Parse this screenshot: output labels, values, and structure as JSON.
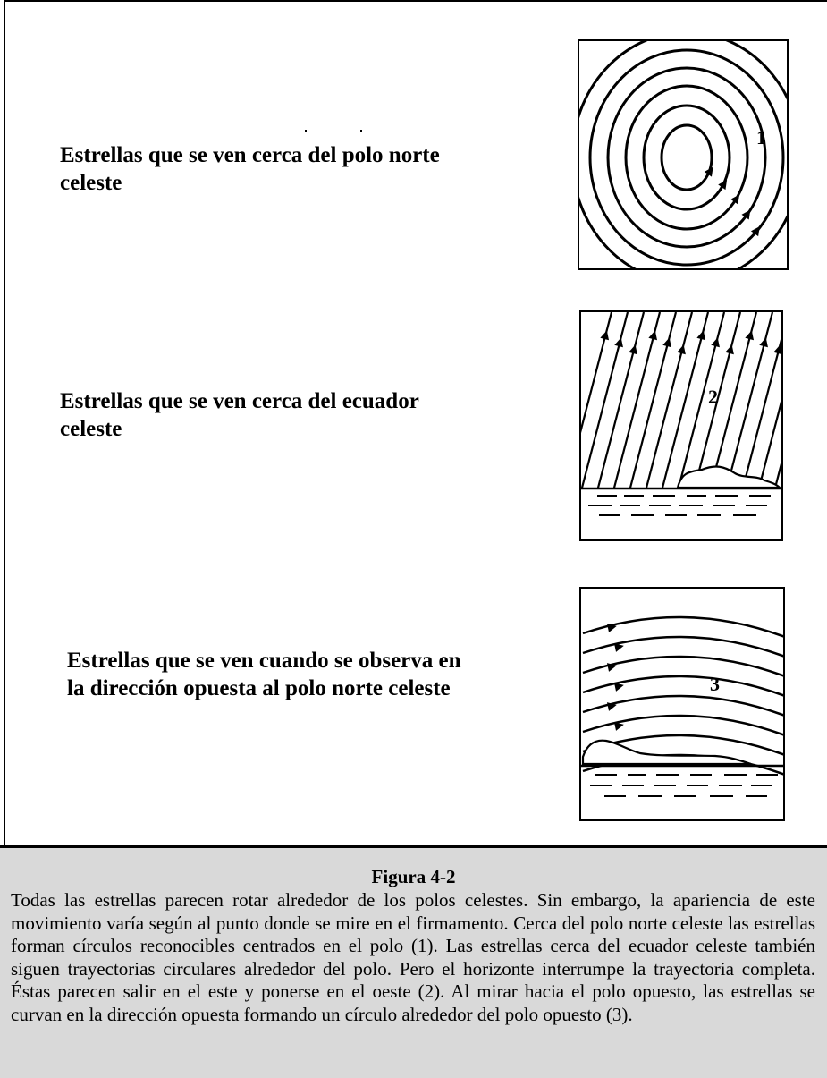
{
  "rows": [
    {
      "description": "Estrellas que se ven cerca del polo norte celeste",
      "marker": "1"
    },
    {
      "description": "Estrellas que se ven cerca del ecuador celeste",
      "marker": "2"
    },
    {
      "description": "Estrellas que se ven cuando se observa en la dirección opuesta al polo norte celeste",
      "marker": "3"
    }
  ],
  "caption": {
    "title": "Figura 4-2",
    "body": "Todas las estrellas parecen rotar alrededor de los polos celestes.  Sin embargo, la apariencia de este movimiento varía según al punto donde se mire en el firmamento. Cerca del polo norte celeste las estrellas forman círculos reconocibles centrados en el polo (1).  Las estrellas cerca del ecuador celeste también siguen trayectorias circulares alrededor del polo. Pero el horizonte interrumpe la trayectoria completa.  Éstas parecen salir en el este y ponerse en el oeste (2). Al mirar hacia el polo opuesto, las estrellas se curvan en la dirección opuesta formando un círculo alrededor del polo opuesto (3)."
  },
  "colors": {
    "caption_background": "#d9d9d9",
    "ink": "#000000"
  }
}
